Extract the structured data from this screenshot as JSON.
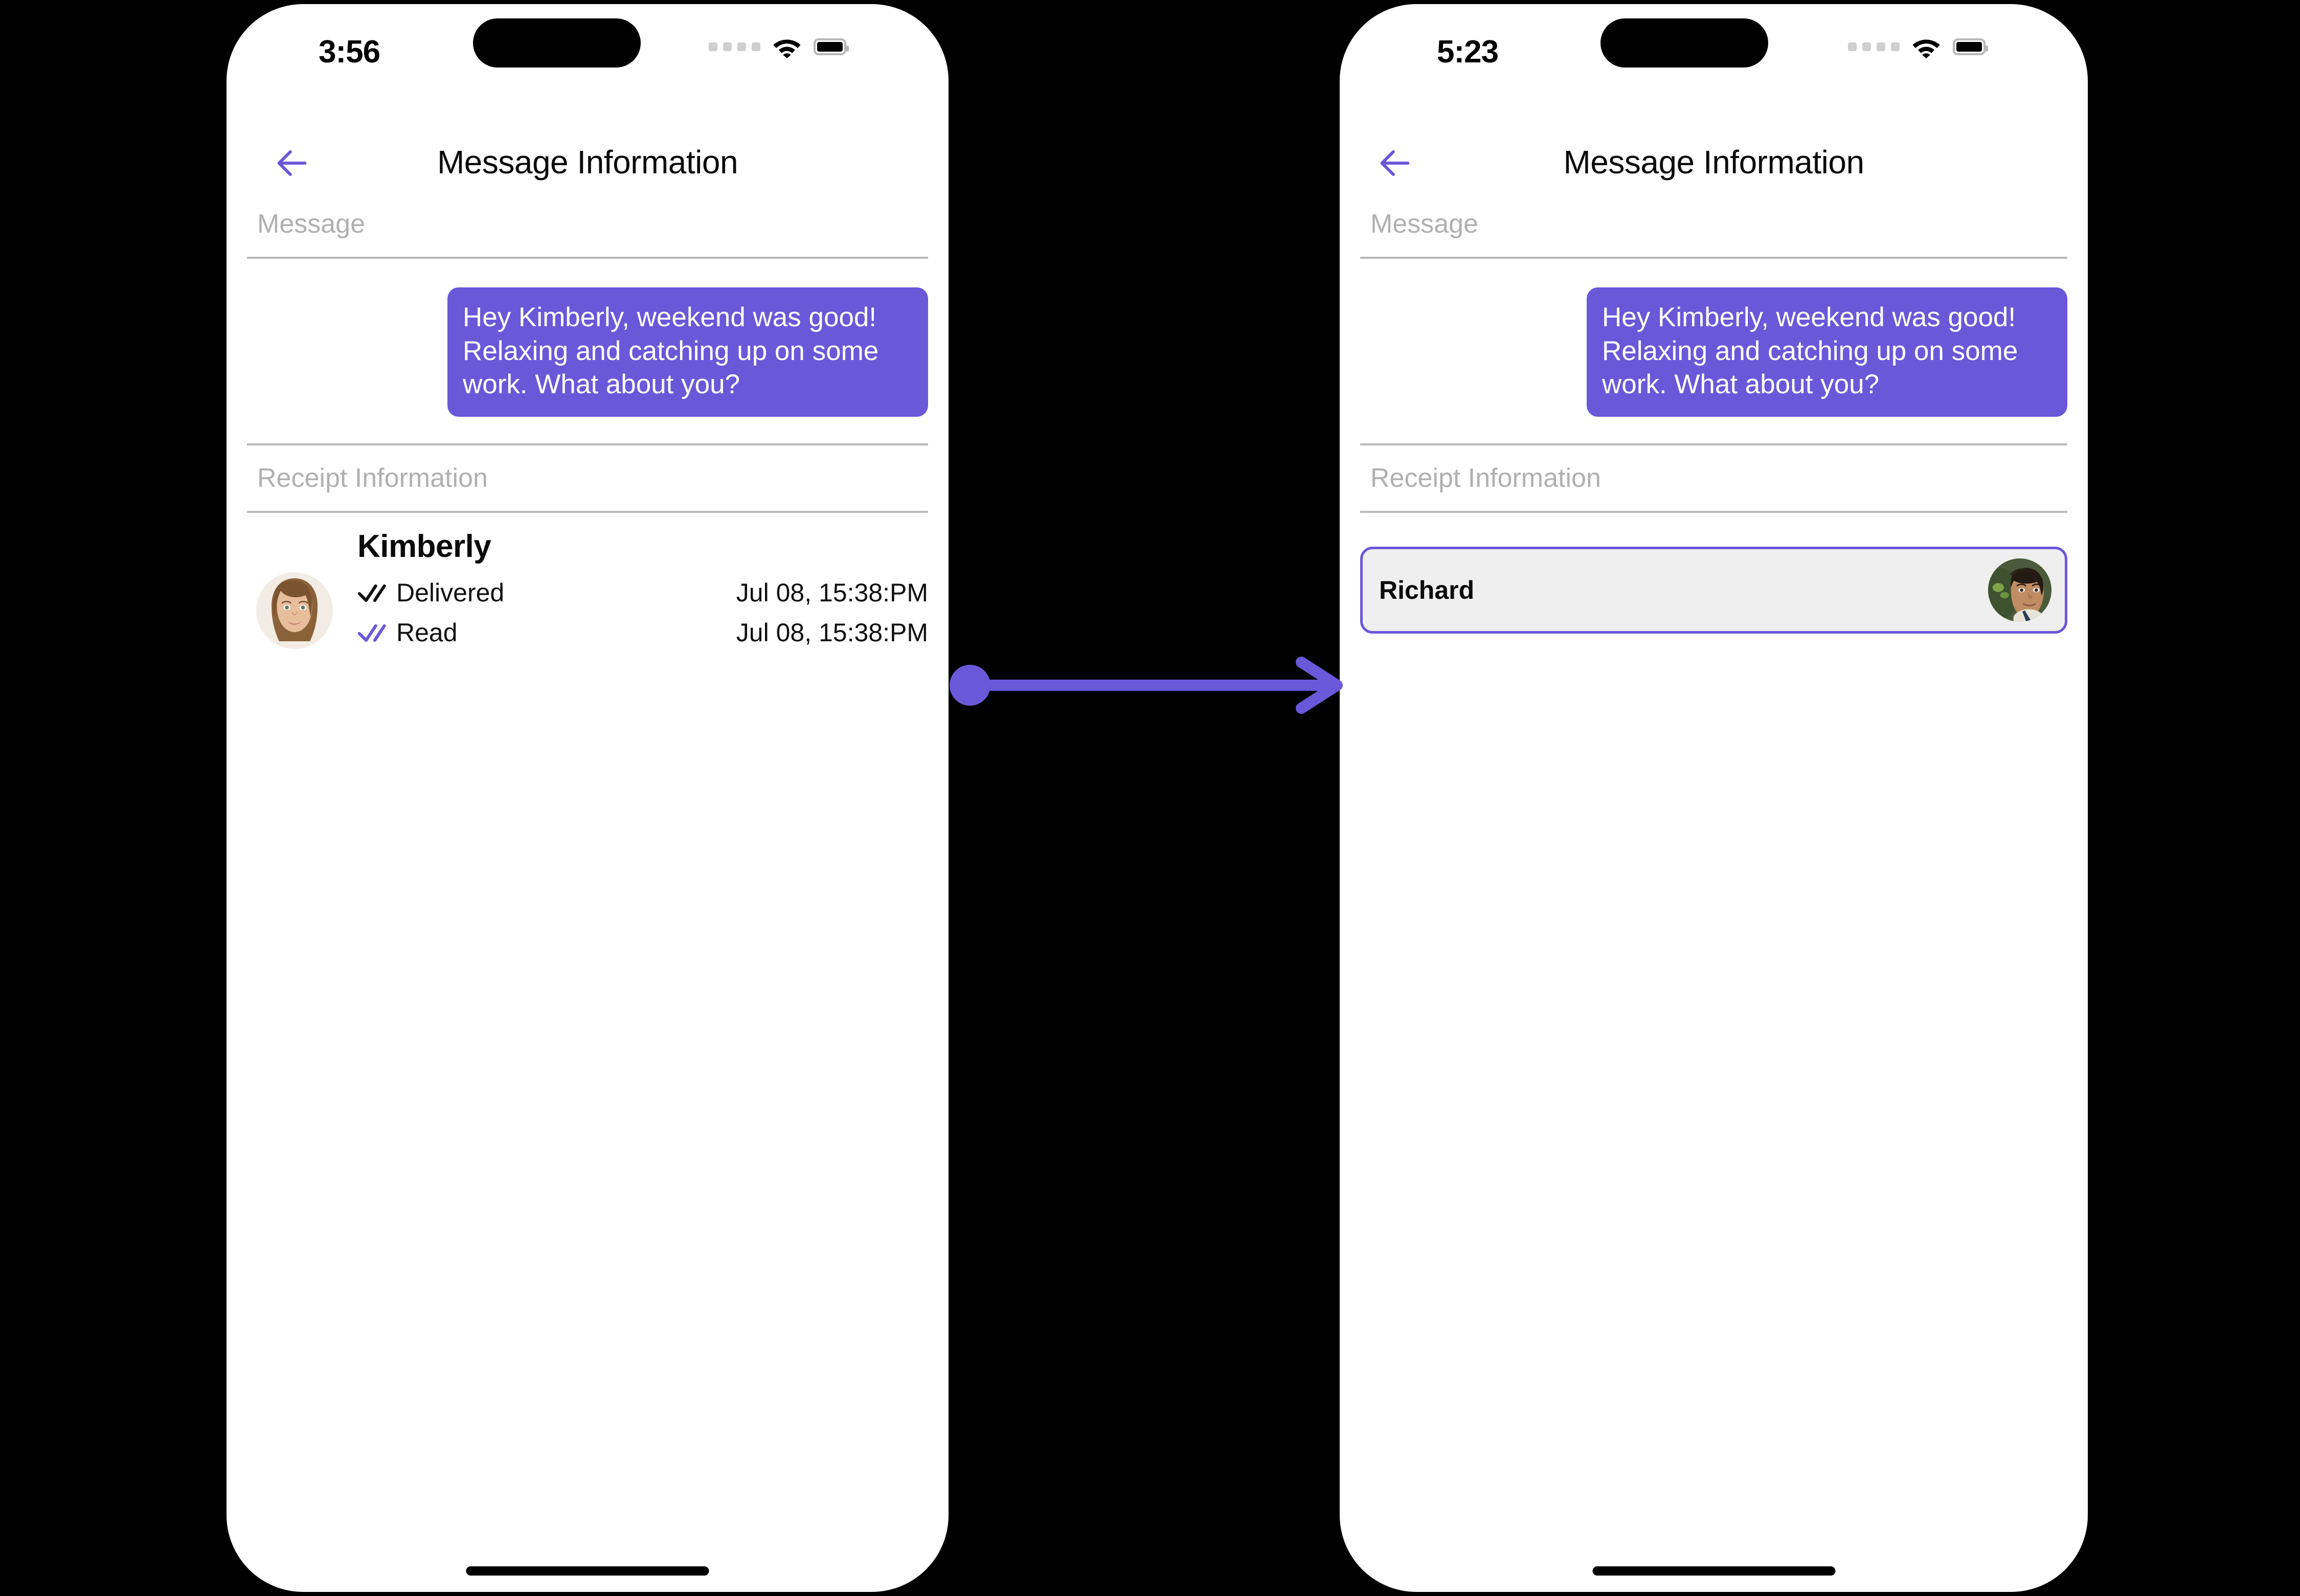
{
  "theme": {
    "accent": "#6A58D9",
    "bubble_bg": "#6A58D9",
    "bubble_text": "#FFFFFF",
    "section_label_color": "#B0B0B0",
    "card_bg": "#EFEFEF",
    "card_border": "#6A58D9",
    "page_bg": "#000000",
    "screen_bg": "#FFFFFF"
  },
  "screens": [
    {
      "id": "left",
      "status_bar": {
        "time": "3:56",
        "cellular_icon": "cellular-dots-icon",
        "wifi_icon": "wifi-icon",
        "battery_icon": "battery-icon"
      },
      "nav": {
        "back_icon": "back-arrow-icon",
        "title": "Message Information"
      },
      "sections": {
        "message_label": "Message",
        "receipt_label": "Receipt Information"
      },
      "message": {
        "text": "Hey Kimberly, weekend was good!  Relaxing and catching up on some work. What about you?"
      },
      "receipt": {
        "name": "Kimberly",
        "avatar_name": "kimberly-avatar",
        "rows": [
          {
            "icon": "double-check-icon",
            "icon_color": "#111111",
            "label": "Delivered",
            "time": "Jul 08, 15:38:PM"
          },
          {
            "icon": "double-check-icon",
            "icon_color": "#6A58D9",
            "label": "Read",
            "time": "Jul 08, 15:38:PM"
          }
        ]
      }
    },
    {
      "id": "right",
      "status_bar": {
        "time": "5:23",
        "cellular_icon": "cellular-dots-icon",
        "wifi_icon": "wifi-icon",
        "battery_icon": "battery-icon"
      },
      "nav": {
        "back_icon": "back-arrow-icon",
        "title": "Message Information"
      },
      "sections": {
        "message_label": "Message",
        "receipt_label": "Receipt Information"
      },
      "message": {
        "text": "Hey Kimberly, weekend was good!  Relaxing and catching up on some work. What about you?"
      },
      "contact_card": {
        "name": "Richard",
        "avatar_name": "richard-avatar",
        "selected": true
      }
    }
  ],
  "connector": {
    "type": "arrow",
    "color": "#6A58D9",
    "direction": "left-to-right"
  }
}
